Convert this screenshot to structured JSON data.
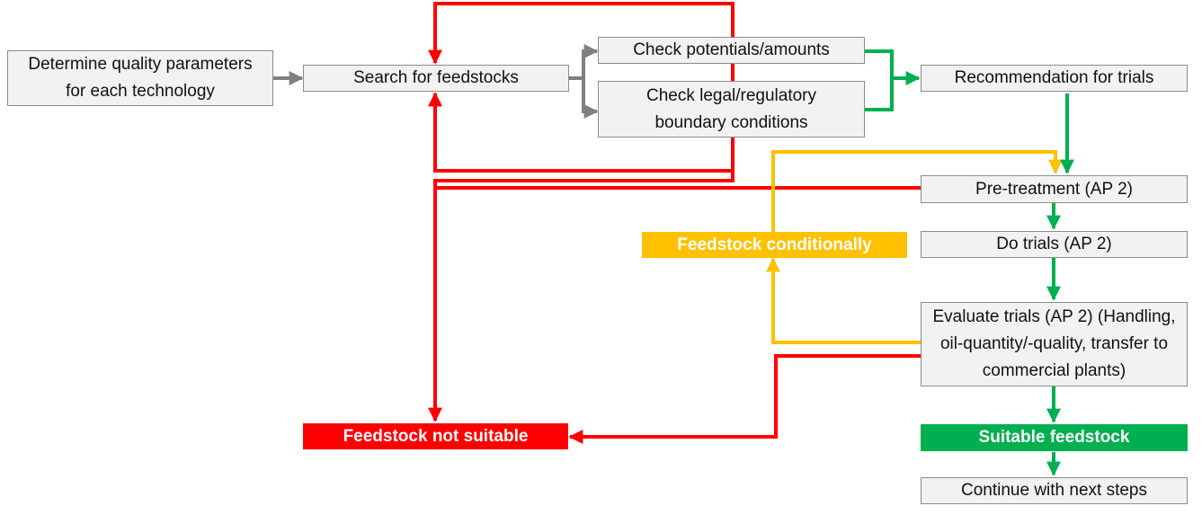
{
  "colors": {
    "gray_arrow": "#808080",
    "red_arrow": "#ff0000",
    "amber_arrow": "#ffc000",
    "green_arrow": "#00b050",
    "box_fill": "#f2f2f2",
    "box_border": "#8c8c8c"
  },
  "nodes": {
    "determine": "Determine quality parameters for each technology",
    "search": "Search for feedstocks",
    "check_potentials": "Check potentials/amounts",
    "check_legal": "Check legal/regulatory boundary conditions",
    "recommendation": "Recommendation for trials",
    "pretreatment": "Pre-treatment (AP 2)",
    "do_trials": "Do trials (AP 2)",
    "evaluate": "Evaluate trials (AP 2) (Handling, oil-quantity/-quality, transfer to commercial plants)",
    "continue": "Continue with next steps"
  },
  "labels": {
    "conditionally": "Feedstock conditionally",
    "not_suitable": "Feedstock not suitable",
    "suitable": "Suitable feedstock"
  }
}
